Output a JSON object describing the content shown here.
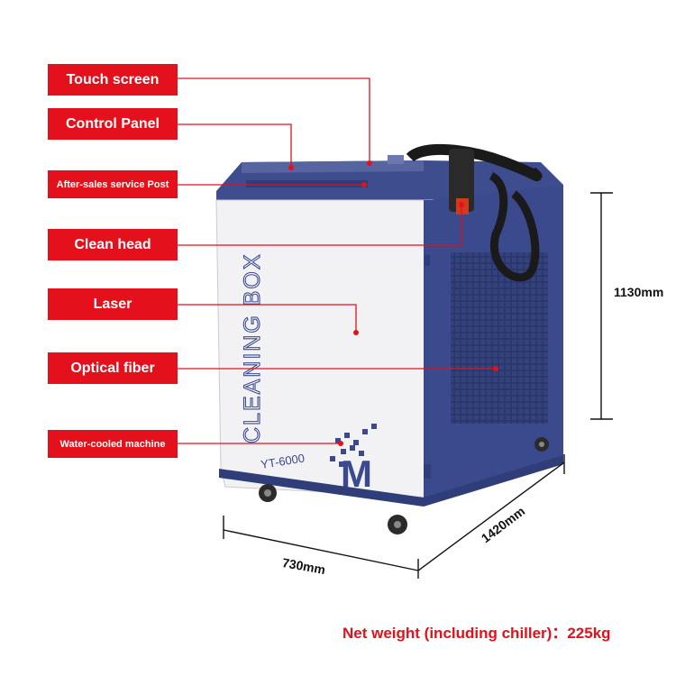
{
  "callouts": {
    "touch_screen": "Touch screen",
    "control_panel": "Control Panel",
    "after_sales": "After-sales service Post",
    "clean_head": "Clean head",
    "laser": "Laser",
    "optical_fiber": "Optical fiber",
    "water_cooled": "Water-cooled machine"
  },
  "machine": {
    "side_text": "CLEANING BOX",
    "model": "YT-6000",
    "logo_letter": "M"
  },
  "dimensions": {
    "height": "1130mm",
    "width": "730mm",
    "depth": "1420mm"
  },
  "net_weight": "Net weight (including chiller)：225kg",
  "colors": {
    "callout_red": "#e4101c",
    "machine_blue": "#3a4a8c",
    "panel_white": "#f2f2f4"
  }
}
